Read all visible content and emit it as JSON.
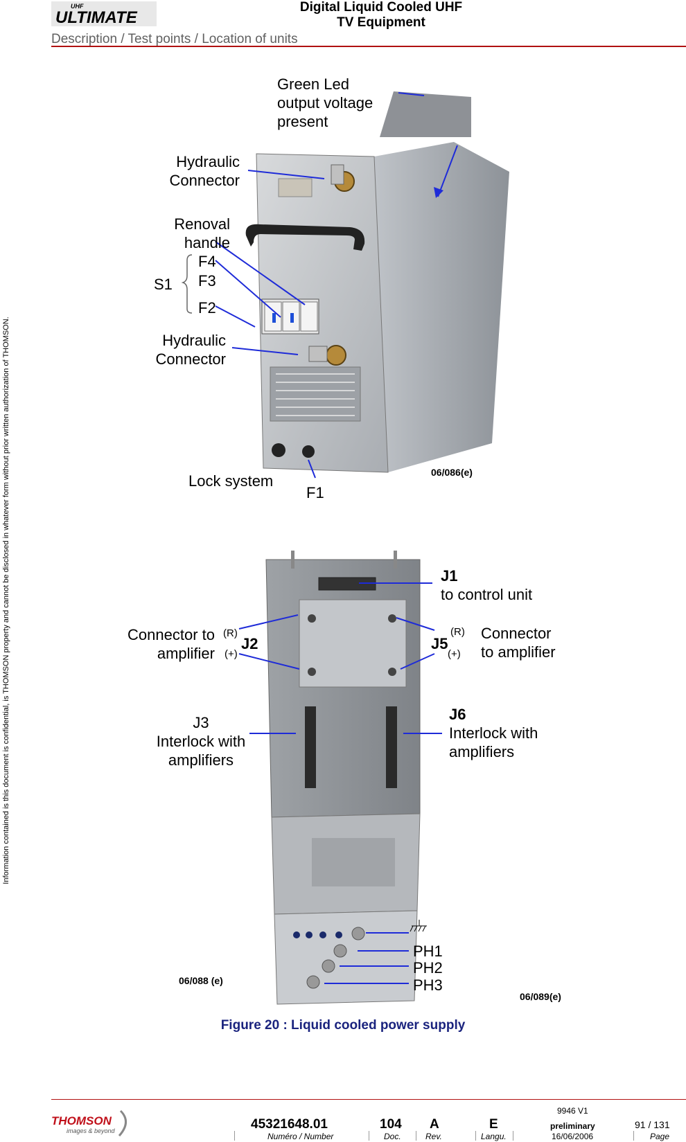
{
  "header": {
    "title_line1": "Digital Liquid Cooled UHF",
    "title_line2": "TV Equipment",
    "subtitle": "Description / Test points / Location of units",
    "logo_prefix": "UHF",
    "logo_text": "ULTIMATE"
  },
  "side_note": "Information contained is this document is confidential, is THOMSON property and cannot be disclosed in whatever form without prior written authorization of THOMSON.",
  "figure_top": {
    "labels": {
      "green_led": [
        "Green Led",
        "output voltage",
        "present"
      ],
      "hydraulic_connector_top": [
        "Hydraulic",
        "Connector"
      ],
      "removal_handle": [
        "Renoval",
        "handle"
      ],
      "s1": "S1",
      "f4": "F4",
      "f3": "F3",
      "f2": "F2",
      "hydraulic_connector_bottom": [
        "Hydraulic",
        "Connector"
      ],
      "lock_system": "Lock system",
      "f1": "F1"
    },
    "ref": "06/086(e)"
  },
  "figure_bottom": {
    "labels": {
      "j1": "J1",
      "j1_desc": "to control unit",
      "j2_desc": [
        "Connector to",
        "amplifier"
      ],
      "j2": "J2",
      "j2_r": "(R)",
      "j2_plus": "(+)",
      "j5": "J5",
      "j5_r": "(R)",
      "j5_plus": "(+)",
      "j5_desc": [
        "Connector",
        "to amplifier"
      ],
      "j3": [
        "J3",
        "Interlock with",
        "amplifiers"
      ],
      "j6": "J6",
      "j6_desc": [
        "Interlock with",
        "amplifiers"
      ],
      "ph1": "PH1",
      "ph2": "PH2",
      "ph3": "PH3"
    },
    "ref_left": "06/088 (e)",
    "ref_right": "06/089(e)"
  },
  "caption": "Figure 20 : Liquid cooled power supply",
  "footer": {
    "logo_text": "THOMSON",
    "logo_tagline": "images & beyond",
    "number": "45321648.01",
    "doc": "104",
    "rev": "A",
    "langu": "E",
    "version": "9946 V1",
    "status": "preliminary",
    "date": "16/06/2006",
    "page": "91 / 131",
    "label_number": "Numéro / Number",
    "label_doc": "Doc.",
    "label_rev": "Rev.",
    "label_langu": "Langu.",
    "label_page": "Page"
  },
  "colors": {
    "leader_line": "#1e2bd8",
    "header_rule": "#b01010",
    "caption": "#1a237e"
  }
}
